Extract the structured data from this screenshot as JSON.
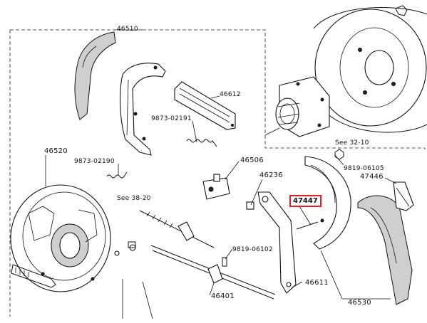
{
  "labels": {
    "p46510": "46510",
    "p46612": "46612",
    "p9873_02191": "9873-02191",
    "p46506": "46506",
    "p46520": "46520",
    "p9873_02190": "9873-02190",
    "p46236": "46236",
    "p9819_06105": "9819-06105",
    "p47446": "47446",
    "p47447": "47447",
    "see38_20": "See 38-20",
    "see32_10": "See 32-10",
    "p9819_06102": "9819-06102",
    "p46611": "46611",
    "p46401": "46401",
    "p46530": "46530"
  },
  "colors": {
    "highlight_border": "#d8232a",
    "line": "#111111"
  }
}
